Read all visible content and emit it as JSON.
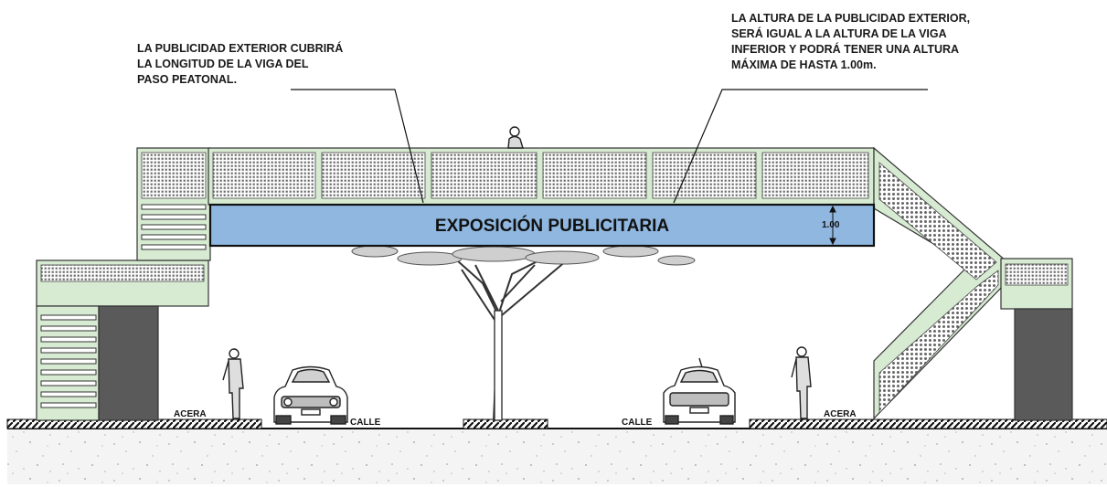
{
  "annotations": {
    "left_note": [
      "LA PUBLICIDAD EXTERIOR CUBRIRÁ",
      "LA LONGITUD DE LA VIGA DEL",
      "PASO PEATONAL."
    ],
    "right_note": [
      "LA ALTURA DE LA PUBLICIDAD EXTERIOR,",
      "SERÁ IGUAL A LA ALTURA DE LA VIGA",
      "INFERIOR Y PODRÁ TENER UNA ALTURA",
      "MÁXIMA DE HASTA 1.00m."
    ]
  },
  "banner": {
    "text": "EXPOSICIÓN PUBLICITARIA",
    "height_dimension": "1.00",
    "color": "#8fb7e0"
  },
  "labels": {
    "sidewalk_left": "ACERA",
    "sidewalk_right": "ACERA",
    "street_left": "CALLE",
    "street_right": "CALLE"
  },
  "colors": {
    "structure": "#d7ead2",
    "mesh": "#7d7d7d",
    "column": "#5a5a5a",
    "ground": "#f2f2f2"
  }
}
